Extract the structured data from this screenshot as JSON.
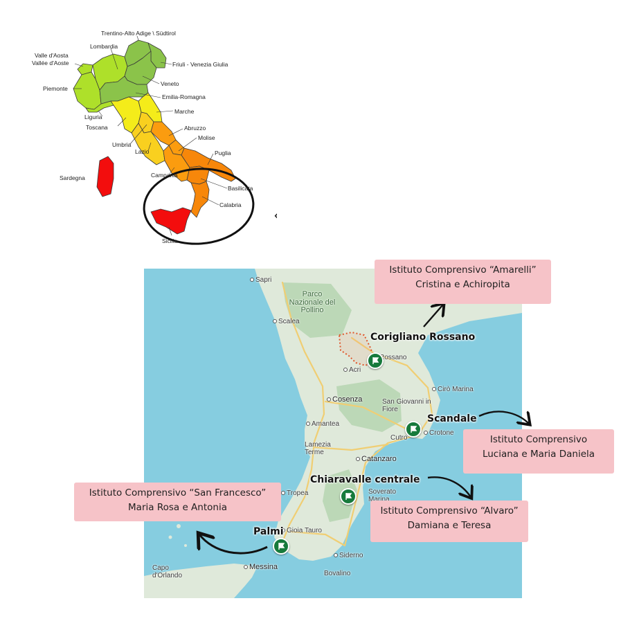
{
  "overview_map": {
    "regions": [
      "Trentino-Alto Adige \\ Südtirol",
      "Lombardia",
      "Valle d'Aosta",
      "Vallée d'Aoste",
      "Friuli - Venezia Giulia",
      "Veneto",
      "Piemonte",
      "Emilia-Romagna",
      "Marche",
      "Liguria",
      "Toscana",
      "Abruzzo",
      "Umbria",
      "Molise",
      "Lazio",
      "Puglia",
      "Campania",
      "Sardegna",
      "Basilicata",
      "Calabria",
      "Sicilia"
    ],
    "colors": {
      "green_light": "#aee02a",
      "green": "#8bc34a",
      "green_dark": "#7cb342",
      "yellow": "#f4ec1a",
      "yellow_orange": "#f9d01f",
      "orange": "#fb9c0f",
      "orange_dark": "#f7870a",
      "red": "#f30d0d"
    }
  },
  "regional_map": {
    "places": [
      "Sapri",
      "Parco Nazionale del Pollino",
      "Scalea",
      "Rossano",
      "Acri",
      "Cirò Marina",
      "Cosenza",
      "San Giovanni in Fiore",
      "Amantea",
      "Cutro",
      "Crotone",
      "Lamezia Terme",
      "Catanzaro",
      "Tropea",
      "Soverato Marina",
      "Gioia Tauro",
      "Siderno",
      "Capo d'Orlando",
      "Messina",
      "Bovalino"
    ],
    "colors": {
      "sea": "#86cde0",
      "land": "#dfe9da",
      "forest": "#bcd8b7",
      "road": "#f0ce73",
      "pin": "#177a3c"
    },
    "pins": [
      {
        "name": "Corigliano Rossano"
      },
      {
        "name": "Scandale"
      },
      {
        "name": "Chiaravalle centrale"
      },
      {
        "name": "Palmi"
      }
    ]
  },
  "callouts": [
    {
      "line1": "Istituto Comprensivo “Amarelli”",
      "line2": "Cristina e Achiropita"
    },
    {
      "line1": "Istituto Comprensivo",
      "line2": "Luciana e Maria Daniela"
    },
    {
      "line1": "Istituto Comprensivo “Alvaro”",
      "line2": "Damiana e Teresa"
    },
    {
      "line1": "Istituto Comprensivo “San Francesco”",
      "line2": "Maria Rosa e Antonia"
    }
  ],
  "colors": {
    "callout_bg": "#f6c3c8",
    "arrow": "#111111"
  }
}
